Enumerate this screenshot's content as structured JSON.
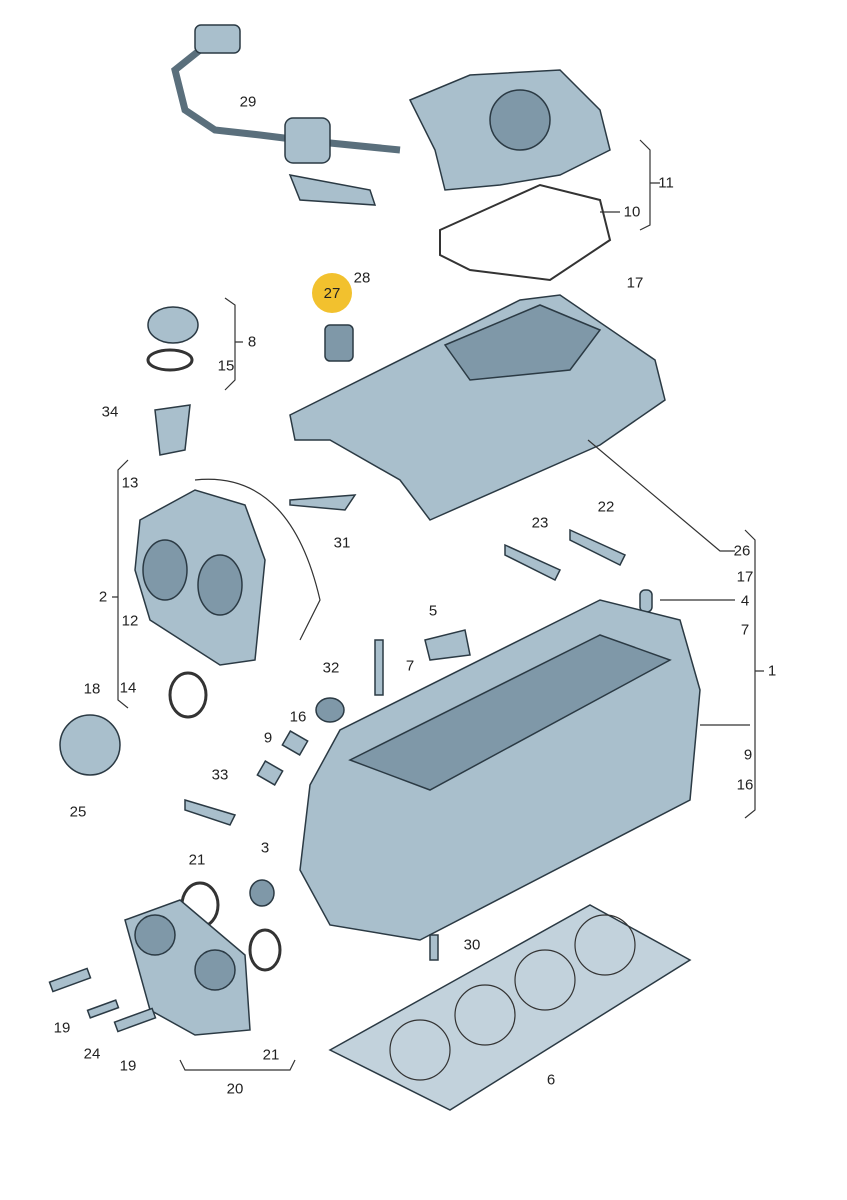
{
  "diagram": {
    "title": "",
    "highlight_color": "#f2c12e",
    "part_color": "#a9bfcc",
    "highlighted_callout": {
      "label": "27"
    },
    "callouts": [
      {
        "label": "29"
      },
      {
        "label": "11"
      },
      {
        "label": "10"
      },
      {
        "label": "28"
      },
      {
        "label": "17"
      },
      {
        "label": "8"
      },
      {
        "label": "15"
      },
      {
        "label": "34"
      },
      {
        "label": "13"
      },
      {
        "label": "31"
      },
      {
        "label": "23"
      },
      {
        "label": "22"
      },
      {
        "label": "26"
      },
      {
        "label": "17"
      },
      {
        "label": "4"
      },
      {
        "label": "7"
      },
      {
        "label": "1"
      },
      {
        "label": "2"
      },
      {
        "label": "12"
      },
      {
        "label": "5"
      },
      {
        "label": "32"
      },
      {
        "label": "7"
      },
      {
        "label": "18"
      },
      {
        "label": "14"
      },
      {
        "label": "16"
      },
      {
        "label": "9"
      },
      {
        "label": "33"
      },
      {
        "label": "9"
      },
      {
        "label": "16"
      },
      {
        "label": "25"
      },
      {
        "label": "21"
      },
      {
        "label": "3"
      },
      {
        "label": "30"
      },
      {
        "label": "19"
      },
      {
        "label": "24"
      },
      {
        "label": "19"
      },
      {
        "label": "21"
      },
      {
        "label": "6"
      },
      {
        "label": "20"
      }
    ]
  }
}
